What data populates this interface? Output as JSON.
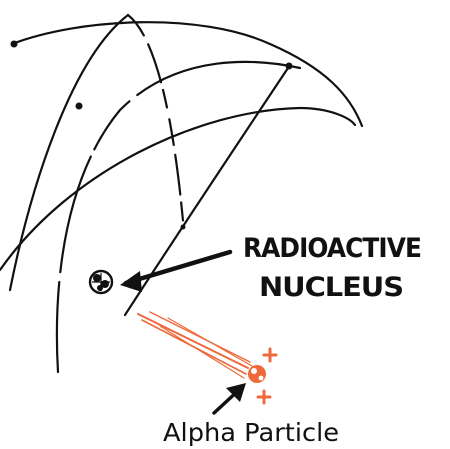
{
  "labels": {
    "nucleus_line1": "RADIOACTIVE",
    "nucleus_line2": "NUCLEUS",
    "alpha": "Alpha Particle"
  },
  "colors": {
    "ink": "#111111",
    "alpha": "#ee6a3c",
    "background": "#ffffff"
  }
}
